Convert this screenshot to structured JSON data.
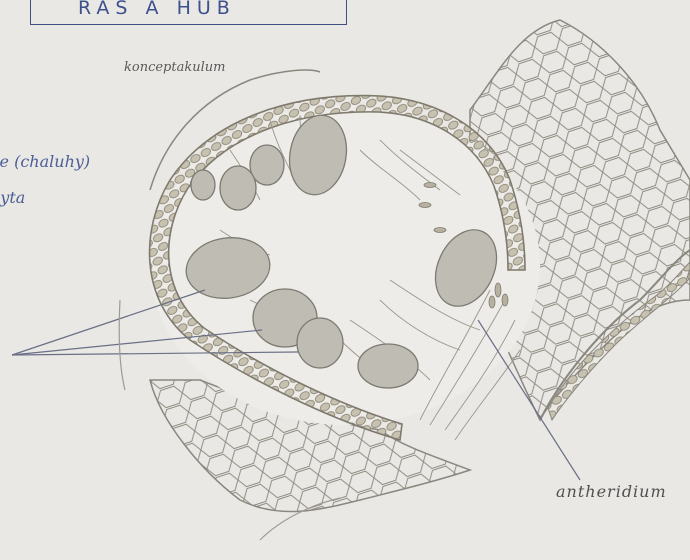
{
  "header": {
    "title": "ŘAS A HUB"
  },
  "labels": {
    "konceptakulum": "konceptakulum",
    "side_line1": "ae (chaluhy)",
    "side_line2": "hyta",
    "antheridium": "antheridium"
  },
  "colors": {
    "paper": "#e9e8e4",
    "ink_blue": "#4b5e98",
    "pencil": "#8a877f",
    "wall_fill": "#bdb7a6"
  }
}
